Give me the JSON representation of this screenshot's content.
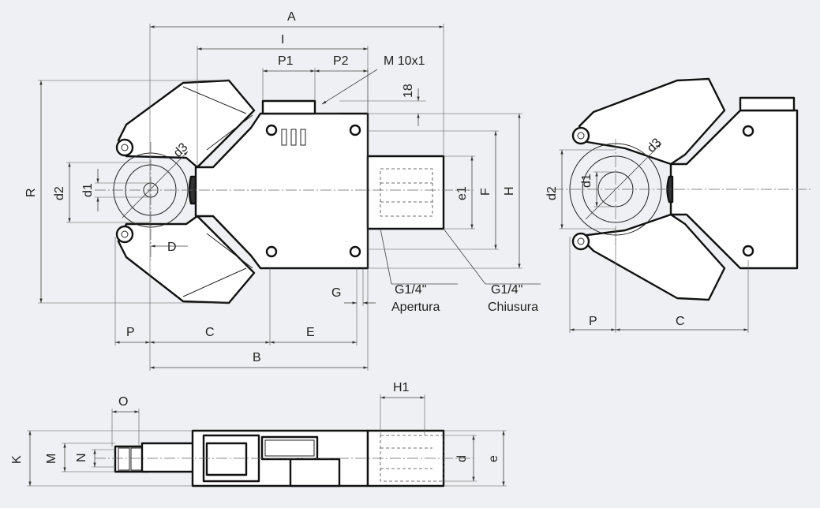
{
  "labels": {
    "A": "A",
    "I": "I",
    "P1": "P1",
    "P2": "P2",
    "M10x1": "M 10x1",
    "n18": "18",
    "R": "R",
    "d2": "d2",
    "d1": "d1",
    "d3": "d3",
    "D": "D",
    "e1": "e1",
    "F": "F",
    "H": "H",
    "G": "G",
    "G14_open": "G1/4\"",
    "Apertura": "Apertura",
    "G14_close": "G1/4\"",
    "Chiusura": "Chiusura",
    "P": "P",
    "C": "C",
    "E": "E",
    "B": "B",
    "d2_r": "d2",
    "d1_r": "d1",
    "d3_r": "d3",
    "P_r": "P",
    "C_r": "C",
    "O": "O",
    "H1": "H1",
    "K": "K",
    "M": "M",
    "N": "N",
    "d": "d",
    "e": "e"
  },
  "colors": {
    "background": "#eef0f3",
    "line": "#111111"
  }
}
